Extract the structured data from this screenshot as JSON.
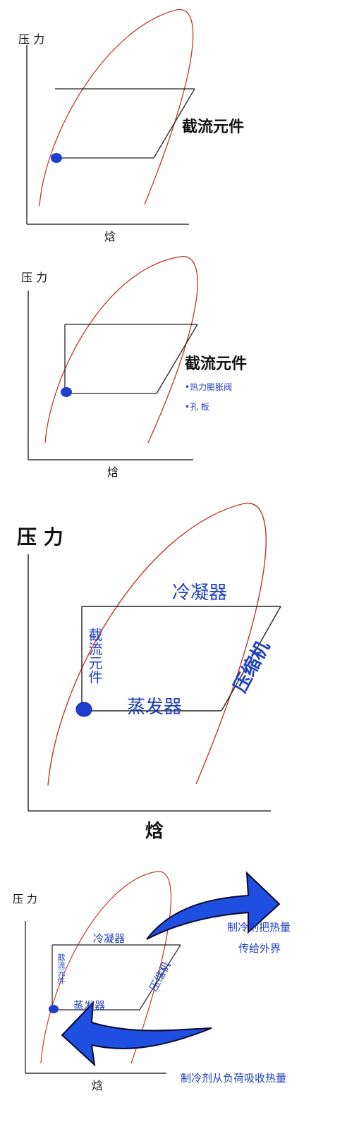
{
  "panels": [
    {
      "y_axis_label": "压 力",
      "x_axis_label": "焓",
      "throttle_label": "截流元件"
    },
    {
      "y_axis_label": "压 力",
      "x_axis_label": "焓",
      "throttle_label": "截流元件",
      "bullets": [
        "•热力膨胀阀",
        "•孔 板"
      ]
    },
    {
      "y_axis_label": "压 力",
      "x_axis_label": "焓",
      "condenser": "冷凝器",
      "evaporator": "蒸发器",
      "throttle": "截流元件",
      "compressor": "压缩机"
    },
    {
      "y_axis_label": "压 力",
      "x_axis_label": "焓",
      "condenser": "冷凝器",
      "evaporator": "蒸发器",
      "throttle": "截流元件",
      "compressor": "压缩机",
      "heat_out": [
        "制冷剂把热量",
        "传给外界"
      ],
      "heat_in": "制冷剂从负荷吸收热量"
    }
  ],
  "colors": {
    "dome": "#c0392b",
    "cycle": "#222222",
    "dot": "#1f3fd0",
    "blue_text": "#1f3fbf",
    "arrow": "#1f4fe0"
  }
}
